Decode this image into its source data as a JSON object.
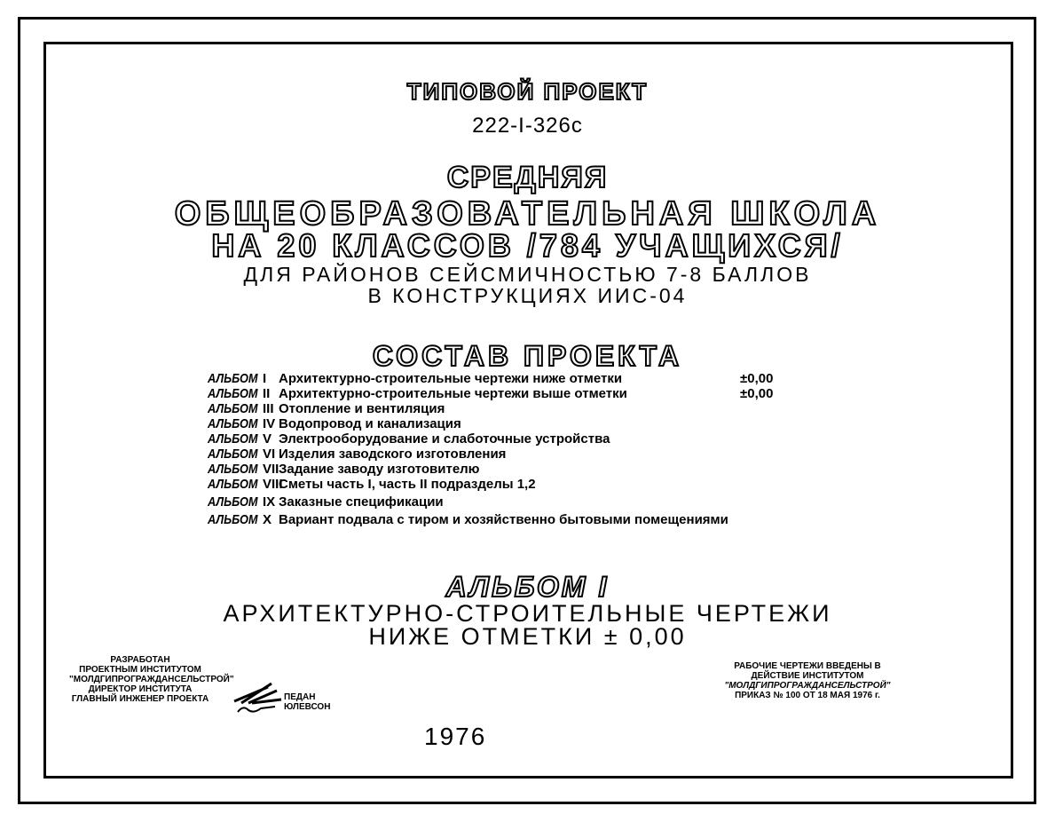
{
  "header": {
    "line1": "ТИПОВОЙ ПРОЕКТ",
    "code": "222-І-326с"
  },
  "title": {
    "line1": "СРЕДНЯЯ",
    "line2": "ОБЩЕОБРАЗОВАТЕЛЬНАЯ ШКОЛА",
    "line3": "НА 20 КЛАССОВ /784 УЧАЩИХСЯ/",
    "line4": "ДЛЯ РАЙОНОВ СЕЙСМИЧНОСТЬЮ 7-8 БАЛЛОВ",
    "line5": "В КОНСТРУКЦИЯХ ИИС-04"
  },
  "contents": {
    "heading": "СОСТАВ ПРОЕКТА",
    "albums": [
      {
        "label": "АЛЬБОМ",
        "num": "I",
        "text": "Архитектурно-строительные чертежи ниже отметки",
        "mark": "±0,00"
      },
      {
        "label": "АЛЬБОМ",
        "num": "II",
        "text": "Архитектурно-строительные чертежи выше отметки",
        "mark": "±0,00"
      },
      {
        "label": "АЛЬБОМ",
        "num": "III",
        "text": "Отопление и вентиляция"
      },
      {
        "label": "АЛЬБОМ",
        "num": "IV",
        "text": "Водопровод и канализация"
      },
      {
        "label": "АЛЬБОМ",
        "num": "V",
        "text": "Электрооборудование и слаботочные устройства"
      },
      {
        "label": "АЛЬБОМ",
        "num": "VI",
        "text": "Изделия заводского изготовления"
      },
      {
        "label": "АЛЬБОМ",
        "num": "VII",
        "text": "Задание заводу изготовителю"
      },
      {
        "label": "АЛЬБОМ",
        "num": "VIII",
        "text": "Сметы часть I, часть II подразделы 1,2"
      },
      {
        "label": "АЛЬБОМ",
        "num": "IX",
        "text": "Заказные спецификации"
      },
      {
        "label": "АЛЬБОМ",
        "num": "X",
        "text": "Вариант подвала с тиром и хозяйственно бытовыми помещениями"
      }
    ]
  },
  "album": {
    "title": "АЛЬБОМ I",
    "subtitle1": "АРХИТЕКТУРНО-СТРОИТЕЛЬНЫЕ ЧЕРТЕЖИ",
    "subtitle2": "НИЖЕ ОТМЕТКИ ± 0,00"
  },
  "developer": {
    "line1": "РАЗРАБОТАН",
    "line2": "ПРОЕКТНЫМ ИНСТИТУТОМ",
    "line3": "\"МОЛДГИПРОГРАЖДАНСЕЛЬСТРОЙ\"",
    "line4": "ДИРЕКТОР ИНСТИТУТА",
    "line5": "ГЛАВНЫЙ ИНЖЕНЕР ПРОЕКТА",
    "name1": "ПЕДАН",
    "name2": "ЮЛЕВСОН"
  },
  "approval": {
    "line1": "РАБОЧИЕ ЧЕРТЕЖИ ВВЕДЕНЫ В",
    "line2": "ДЕЙСТВИЕ ИНСТИТУТОМ",
    "line3": "\"МОЛДГИПРОГРАЖДАНСЕЛЬСТРОЙ\"",
    "line4": "ПРИКАЗ № 100 ОТ 18 МАЯ 1976 г."
  },
  "year": "1976"
}
